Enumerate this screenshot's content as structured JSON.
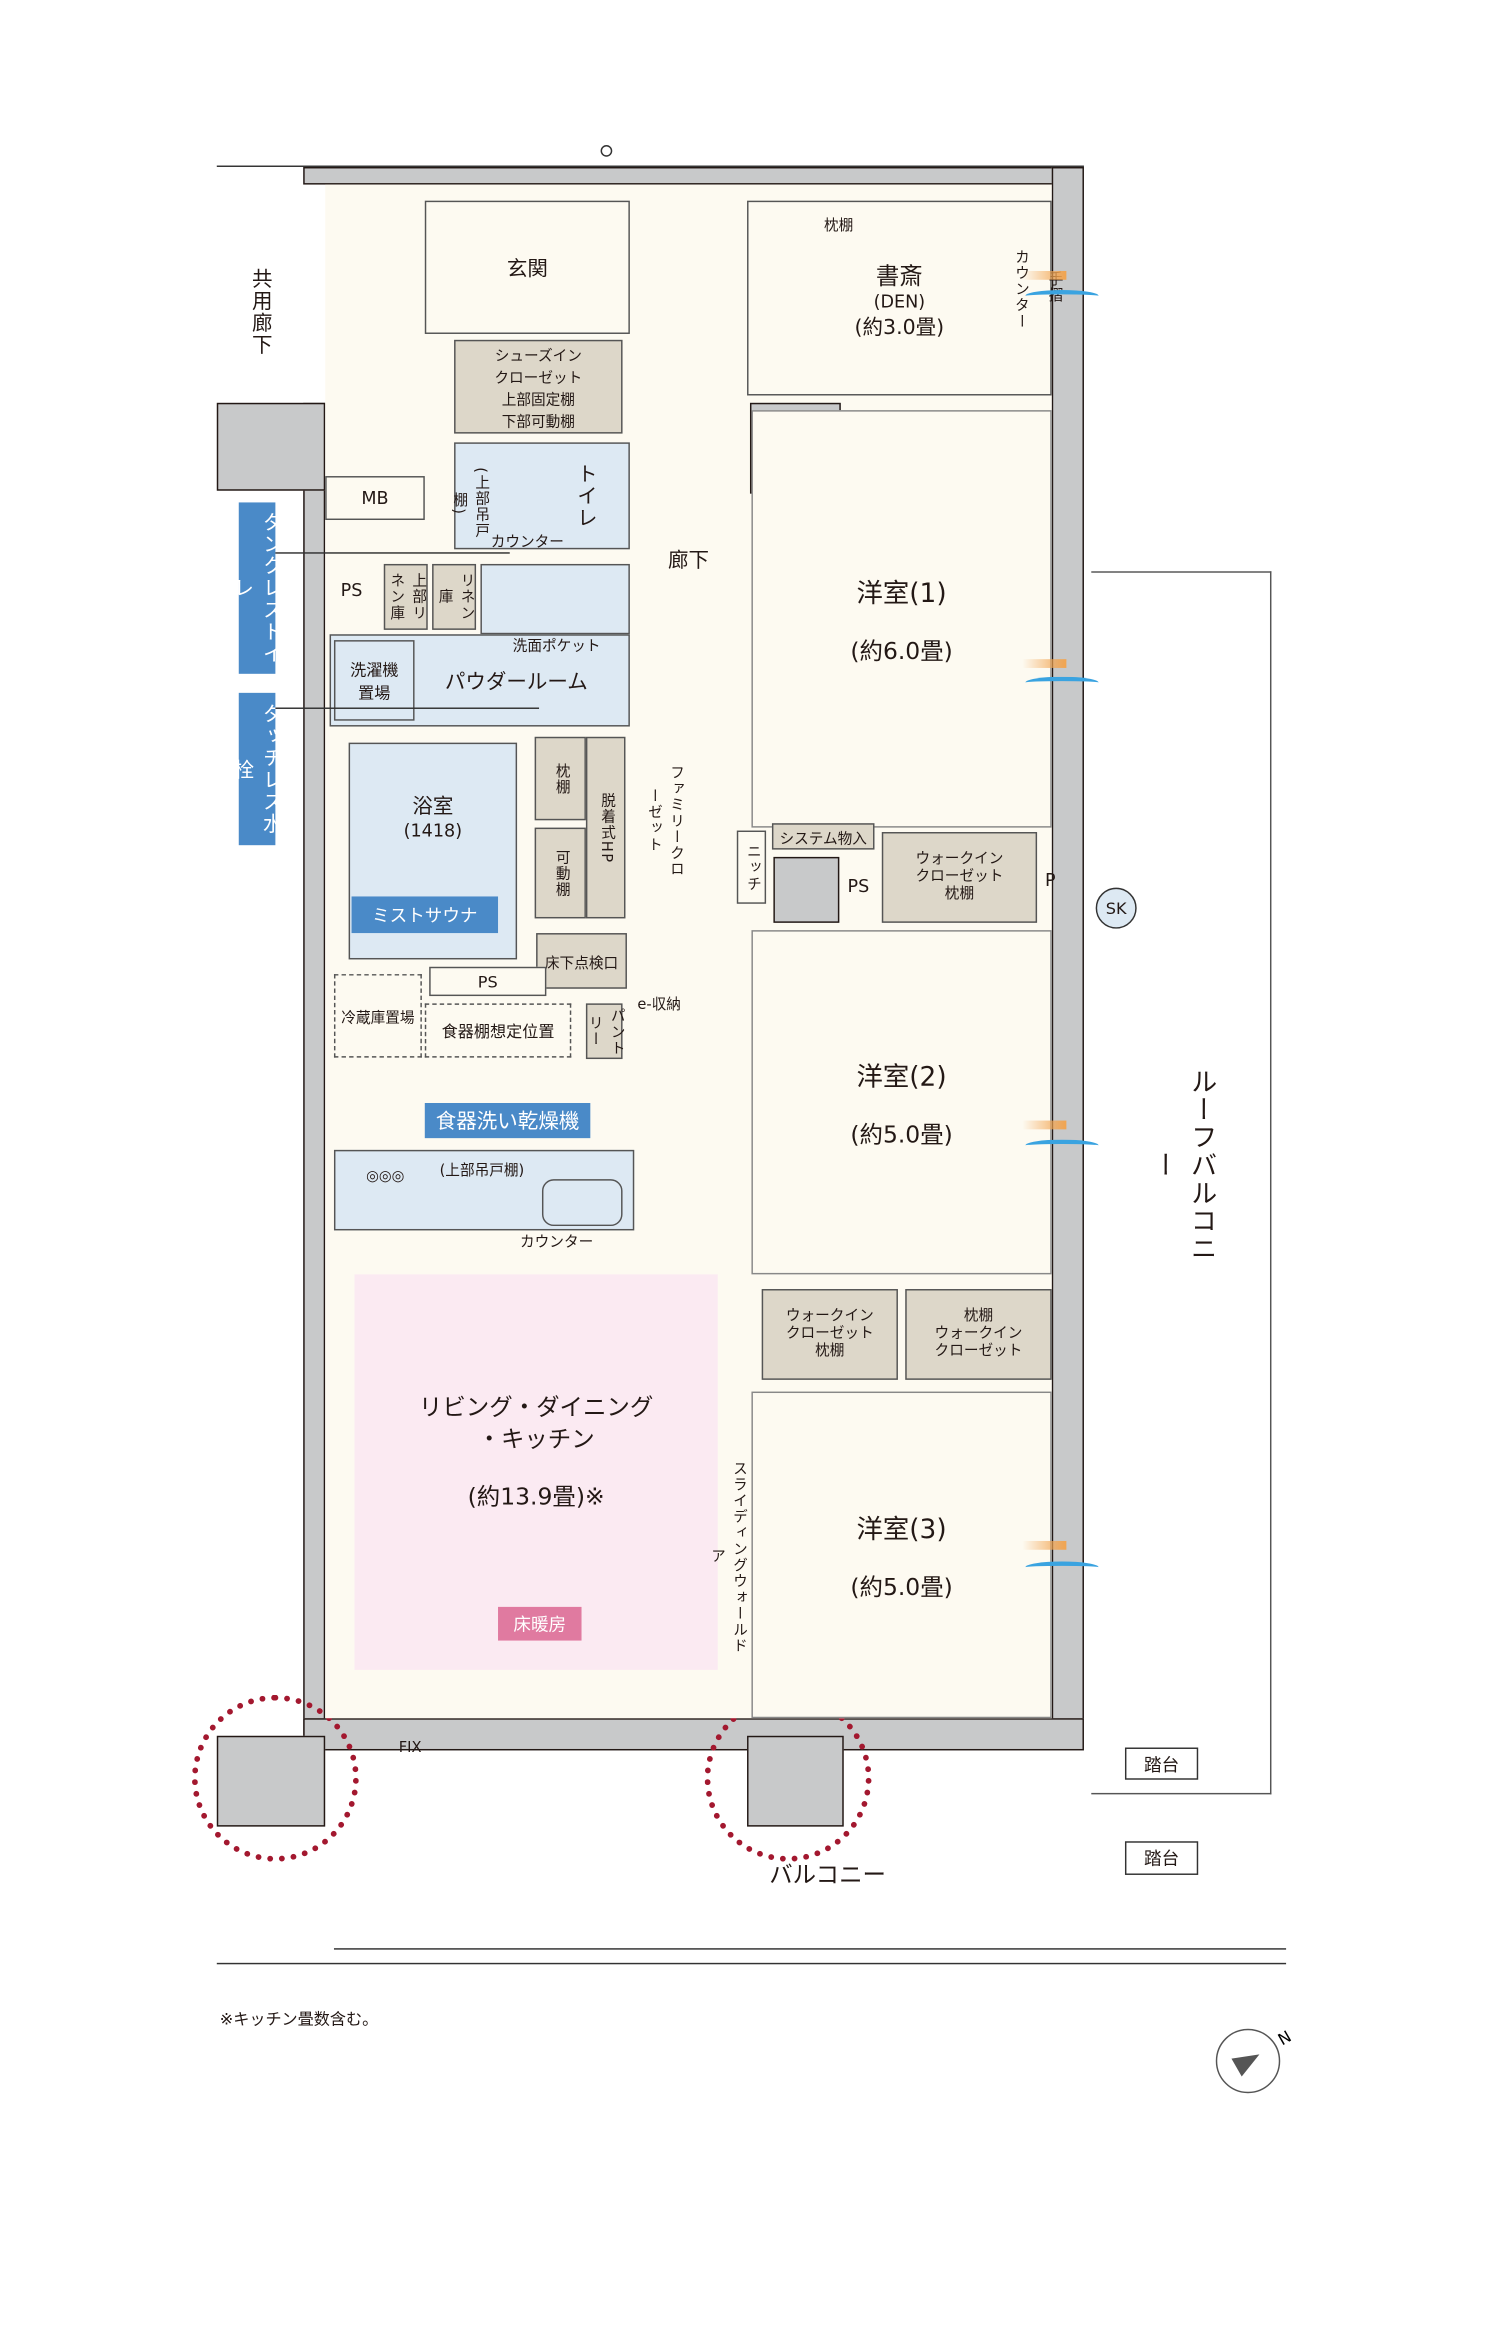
{
  "labels": {
    "common_corridor": "共用廊下",
    "entrance": "玄関",
    "shoe_closet": "シューズイン\nクローゼット",
    "shoe_shelf": "上部固定棚\n下部可動棚",
    "mb": "MB",
    "toilet": "トイレ",
    "toilet_shelf": "(上部吊戸棚)",
    "counter": "カウンター",
    "hallway": "廊下",
    "ps": "PS",
    "linen_upper": "上部リネン庫",
    "linen": "リネン庫",
    "wash_pocket": "洗面ポケット",
    "washer": "洗濯機\n置場",
    "powder_room": "パウダールーム",
    "bath": "浴室",
    "bath_size": "(1418)",
    "pillow_shelf": "枕棚",
    "movable_shelf": "可動棚",
    "removable_hp": "脱着式HP",
    "family_closet": "ファミリークローゼット",
    "underfloor_hatch": "床下点検口",
    "e_storage": "e-収納",
    "fridge": "冷蔵庫置場",
    "cupboard": "食器棚想定位置",
    "pantry": "パントリー",
    "kitchen_upper": "(上部吊戸棚)",
    "den": "書斎",
    "den_en": "(DEN)",
    "den_size": "(約3.0畳)",
    "handrail": "手摺",
    "room1": "洋室(1)",
    "room1_size": "(約6.0畳)",
    "system_storage": "システム物入",
    "niche": "ニッチ",
    "walkin": "ウォークイン\nクローゼット",
    "p": "P",
    "sk": "SK",
    "room2": "洋室(2)",
    "room2_size": "(約5.0畳)",
    "room3": "洋室(3)",
    "room3_size": "(約5.0畳)",
    "ldk": "リビング・ダイニング\n・キッチン",
    "ldk_size": "(約13.9畳)※",
    "floor_heating": "床暖房",
    "sliding_door": "スライディングウォールドア",
    "roof_balcony": "ルーフバルコニー",
    "balcony": "バルコニー",
    "step": "踏台",
    "fix": "FIX",
    "footnote": "※キッチン畳数含む。",
    "compass_n": "N"
  },
  "features": {
    "tankless_toilet": "タンクレストイレ",
    "touchless_faucet": "タッチレス水栓",
    "mist_sauna": "ミストサウナ",
    "dishwasher": "食器洗い乾燥機"
  },
  "colors": {
    "feature_blue": "#4a8ac8",
    "floor_heating_pink": "#e07aa0",
    "highlight_circle": "#a3182f"
  }
}
